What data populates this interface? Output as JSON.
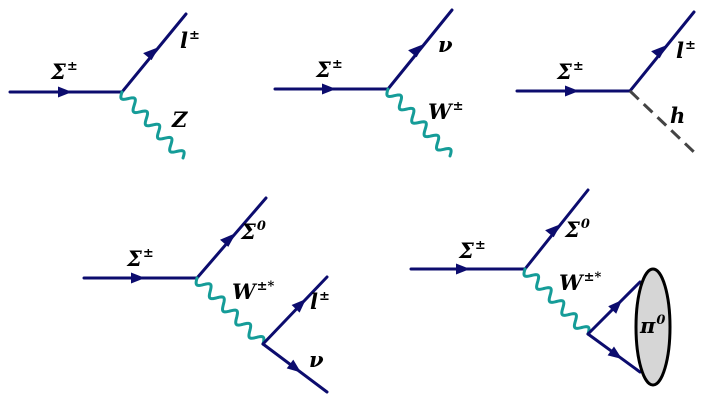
{
  "labels": {
    "d1_sigma_base": "Σ",
    "d1_sigma_sup": "±",
    "d1_lepton_base": "l",
    "d1_lepton_sup": "±",
    "d1_z": "Z",
    "d2_sigma_base": "Σ",
    "d2_sigma_sup": "±",
    "d2_nu": "ν",
    "d2_w_base": "W",
    "d2_w_sup": "±",
    "d3_sigma_base": "Σ",
    "d3_sigma_sup": "±",
    "d3_lepton_base": "l",
    "d3_lepton_sup": "±",
    "d3_h": "h",
    "d4_sigma_base": "Σ",
    "d4_sigma_sup": "±",
    "d4_sigma0_base": "Σ",
    "d4_sigma0_sup": "0",
    "d4_w_base": "W",
    "d4_w_sup": "±*",
    "d4_lepton_base": "l",
    "d4_lepton_sup": "±",
    "d4_nu": "ν",
    "d5_sigma_base": "Σ",
    "d5_sigma_sup": "±",
    "d5_sigma0_base": "Σ",
    "d5_sigma0_sup": "0",
    "d5_w_base": "W",
    "d5_w_sup": "±*",
    "d5_pi_base": "π",
    "d5_pi_sup": "0"
  },
  "colors": {
    "fermion": "#0c0c6e",
    "boson": "#159c98",
    "scalar": "#444444",
    "meson_fill": "#d6d6d6"
  }
}
